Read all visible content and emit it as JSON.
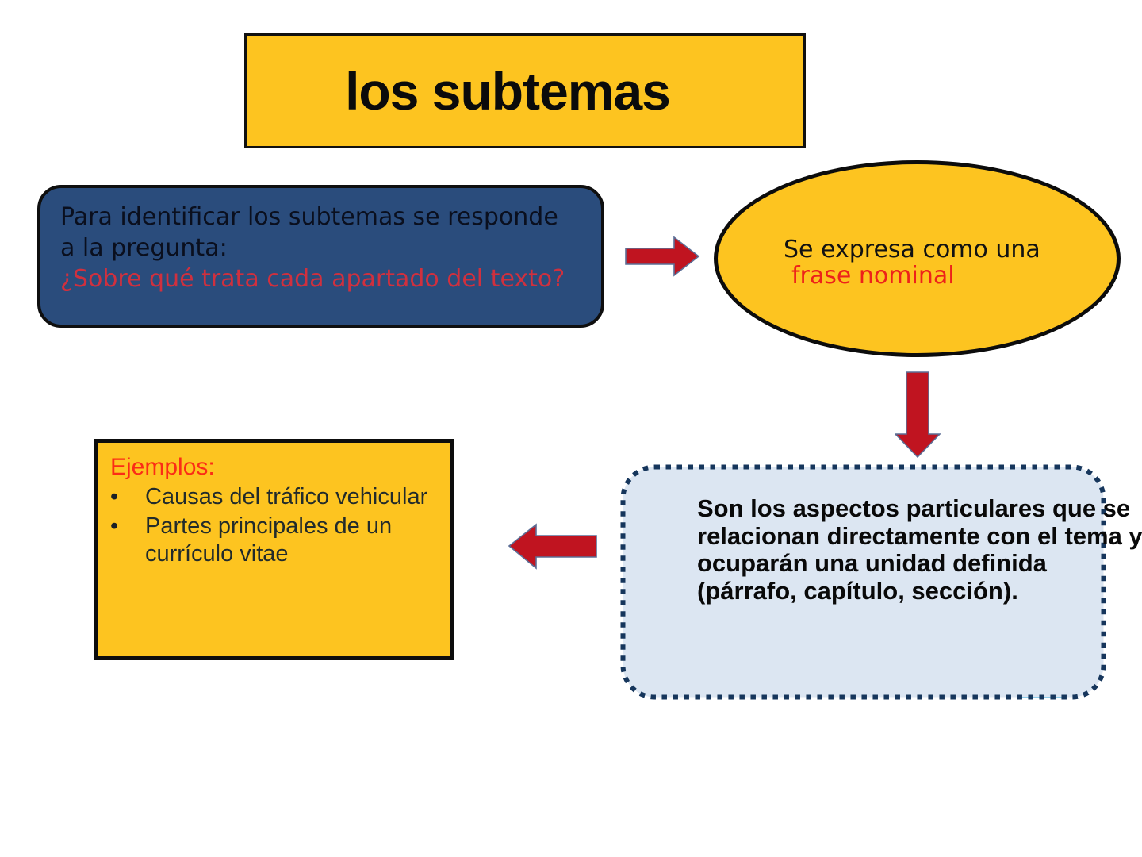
{
  "title": {
    "text": "los subtemas"
  },
  "question_box": {
    "line1": "Para identificar los subtemas se responde",
    "line2": "a la pregunta:",
    "question": "¿Sobre qué trata cada apartado del texto?"
  },
  "expression_ellipse": {
    "line1": "Se expresa como una",
    "line2": "frase nominal"
  },
  "definition_box": {
    "line1": "Son los aspectos particulares que se",
    "line2": "relacionan directamente con el tema y",
    "line3": "ocuparán una unidad definida",
    "line4": "(párrafo, capítulo, sección)."
  },
  "examples_box": {
    "label": "Ejemplos:",
    "bullet": "•",
    "items": [
      "Causas del tráfico vehicular",
      "Partes principales de un currículo vitae"
    ]
  },
  "icons": {
    "arrow_right": "right-block-arrow",
    "arrow_down": "down-block-arrow",
    "arrow_left": "left-block-arrow"
  },
  "colors": {
    "yellow": "#FDC420",
    "dark_blue": "#2A4C7C",
    "red_text": "#ED221A",
    "muted_red_text": "#D0303E",
    "orange_red_text": "#FB2C16",
    "arrow_red": "#C01420",
    "arrow_stroke": "#5C6E96",
    "definition_bg": "#DCE6F2",
    "navy": "#16365C",
    "border_black": "#111111",
    "background": "#FFFFFF",
    "cyan_mark": "#3FB0E0"
  }
}
